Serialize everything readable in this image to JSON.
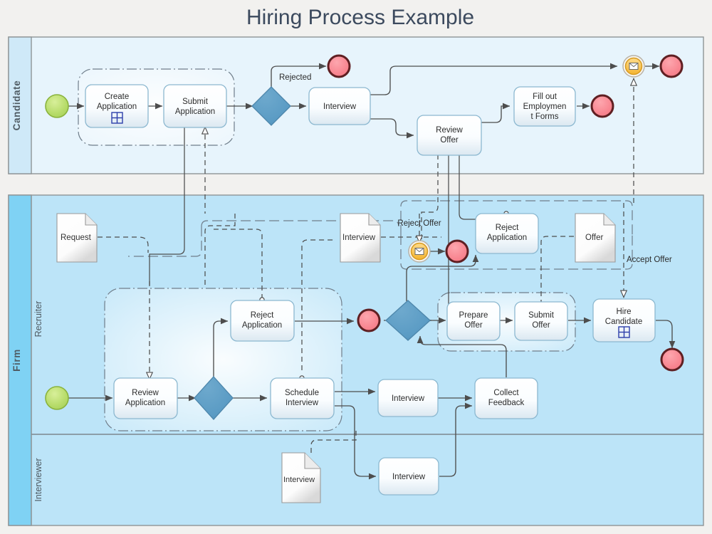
{
  "diagram": {
    "title": "Hiring Process Example",
    "title_color": "#3c4a5e",
    "background": "#f2f1ef"
  },
  "colors": {
    "pool_header_light": "#cfe9f8",
    "pool_body_light": "#e7f4fc",
    "pool_header_strong": "#7fd2f4",
    "pool_body_strong": "#bce4f8",
    "pool_border": "#8e9496",
    "task_fill_top": "#ffffff",
    "task_fill_bottom": "#dce9f2",
    "task_border": "#8cb8d0",
    "gateway_fill": "#5a9bc4",
    "gateway_border": "#4d86ab",
    "start_event_fill": "#b7dc6a",
    "start_event_border": "#8ab33d",
    "end_event_fill": "#f8848f",
    "end_event_border": "#5f1f22",
    "message_event_fill": "#fcc24d",
    "message_event_border": "#d79a1e",
    "flow_line": "#4d4d4d",
    "group_border": "#6f7d8a",
    "data_object_fill": "#fbfbfb",
    "data_object_border": "#9a9a9a",
    "marker_blue": "#2c3eaa"
  },
  "pools": [
    {
      "id": "pool-candidate",
      "label": "Candidate",
      "lanes": []
    },
    {
      "id": "pool-firm",
      "label": "Firm",
      "lanes": [
        {
          "id": "lane-recruiter",
          "label": "Recruiter"
        },
        {
          "id": "lane-interviewer",
          "label": "Interviewer"
        }
      ]
    }
  ],
  "nodes": {
    "candidate": {
      "start_event": {
        "name": "candidate-start-event",
        "type": "start"
      },
      "tasks": [
        {
          "id": "create-application",
          "label": "Create Application",
          "marker": "grid"
        },
        {
          "id": "submit-application",
          "label": "Submit Application",
          "marker": "none"
        },
        {
          "id": "interview-candidate",
          "label": "Interview",
          "marker": "none"
        },
        {
          "id": "review-offer",
          "label": "Review Offer",
          "marker": "none"
        },
        {
          "id": "fill-out-employment-forms",
          "label": "Fill out Employmen t Forms",
          "marker": "none"
        }
      ],
      "gateway": {
        "id": "candidate-gateway",
        "type": "exclusive"
      },
      "end_events": [
        {
          "id": "candidate-end-rejected"
        },
        {
          "id": "candidate-end-forms"
        },
        {
          "id": "candidate-end-message"
        }
      ],
      "message_event": {
        "id": "candidate-message-event",
        "icon": "envelope-icon"
      },
      "group": {
        "id": "candidate-application-group"
      }
    },
    "recruiter": {
      "start_event": {
        "name": "recruiter-start-event",
        "type": "start"
      },
      "tasks": [
        {
          "id": "review-application",
          "label": "Review Application",
          "marker": "none"
        },
        {
          "id": "reject-application-1",
          "label": "Reject Application",
          "marker": "none"
        },
        {
          "id": "schedule-interview",
          "label": "Schedule Interview",
          "marker": "none"
        },
        {
          "id": "interview-recruiter",
          "label": "Interview",
          "marker": "none"
        },
        {
          "id": "collect-feedback",
          "label": "Collect Feedback",
          "marker": "none"
        },
        {
          "id": "reject-application-2",
          "label": "Reject Application",
          "marker": "none"
        },
        {
          "id": "prepare-offer",
          "label": "Prepare Offer",
          "marker": "none"
        },
        {
          "id": "submit-offer",
          "label": "Submit Offer",
          "marker": "none"
        },
        {
          "id": "hire-candidate",
          "label": "Hire Candidate",
          "marker": "grid"
        }
      ],
      "gateways": [
        {
          "id": "recruiter-gateway-screening",
          "type": "exclusive"
        },
        {
          "id": "recruiter-gateway-offer",
          "type": "exclusive"
        }
      ],
      "end_events": [
        {
          "id": "recruiter-end-reject"
        },
        {
          "id": "recruiter-end-offer-rejected"
        },
        {
          "id": "recruiter-end-hired"
        }
      ],
      "message_event": {
        "id": "recruiter-message-event",
        "icon": "envelope-icon"
      },
      "groups": [
        {
          "id": "screening-group"
        },
        {
          "id": "offer-group"
        }
      ]
    },
    "interviewer": {
      "tasks": [
        {
          "id": "interview-interviewer",
          "label": "Interview",
          "marker": "none"
        }
      ]
    }
  },
  "data_objects": [
    {
      "id": "data-request",
      "label": "Request"
    },
    {
      "id": "data-interview-recruiter",
      "label": "Interview"
    },
    {
      "id": "data-offer",
      "label": "Offer"
    },
    {
      "id": "data-interview-interviewer",
      "label": "Interview"
    }
  ],
  "flow_labels": [
    {
      "id": "label-rejected",
      "text": "Rejected"
    },
    {
      "id": "label-reject-offer",
      "text": "Reject Offer"
    },
    {
      "id": "label-accept-offer",
      "text": "Accept Offer"
    }
  ]
}
